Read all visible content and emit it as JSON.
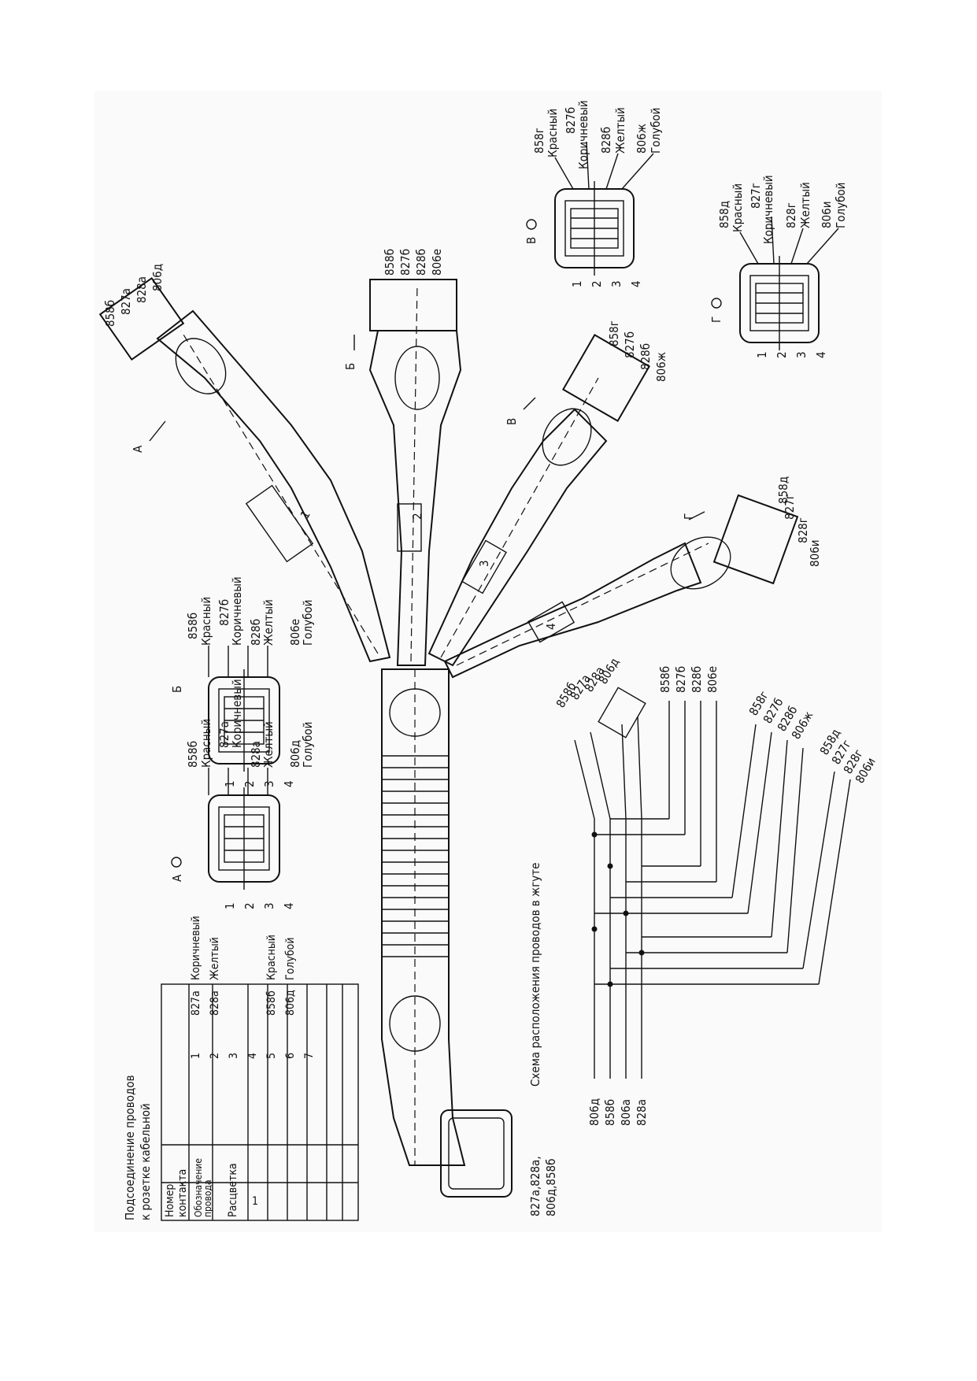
{
  "table": {
    "title_line1": "Подсоединение проводов",
    "title_line2": "к розетке кабельной",
    "headers": [
      "Номер контакта",
      "Обозначение провода",
      "Расцветка"
    ],
    "header_lines": [
      [
        "Номер",
        "контакта"
      ],
      [
        "Обозначение",
        "провода"
      ],
      [
        "Расцветка"
      ]
    ],
    "rows": [
      {
        "num": "1",
        "wire": "827а",
        "color": "Коричневый"
      },
      {
        "num": "2",
        "wire": "828а",
        "color": "Желтый"
      },
      {
        "num": "3",
        "wire": "",
        "color": ""
      },
      {
        "num": "4",
        "wire": "",
        "color": ""
      },
      {
        "num": "5",
        "wire": "858б",
        "color": "Красный"
      },
      {
        "num": "6",
        "wire": "806д",
        "color": "Голубой"
      },
      {
        "num": "7",
        "wire": "",
        "color": ""
      }
    ]
  },
  "views": {
    "A": {
      "letter": "А",
      "wires": [
        "858б",
        "827а",
        "828а",
        "806д"
      ],
      "colors": [
        "Красный",
        "Коричневый",
        "Желтый",
        "Голубой"
      ],
      "pins": [
        "1",
        "2",
        "3",
        "4"
      ]
    },
    "B": {
      "letter": "Б",
      "wires": [
        "858б",
        "827б",
        "828б",
        "806е"
      ],
      "colors": [
        "Красный",
        "Коричневый",
        "Желтый",
        "Голубой"
      ],
      "pins": [
        "1",
        "2",
        "3",
        "4"
      ]
    },
    "V": {
      "letter": "В",
      "wires": [
        "858г",
        "827б",
        "828б",
        "806ж"
      ],
      "colors": [
        "Красный",
        "Коричневый",
        "Желтый",
        "Голубой"
      ],
      "pins": [
        "1",
        "2",
        "3",
        "4"
      ]
    },
    "G": {
      "letter": "Г",
      "wires": [
        "858д",
        "827г",
        "828г",
        "806и"
      ],
      "colors": [
        "Красный",
        "Коричневый",
        "Желтый",
        "Голубой"
      ],
      "pins": [
        "1",
        "2",
        "3",
        "4"
      ]
    }
  },
  "harness": {
    "branch_a_wires": [
      "858б",
      "827а",
      "828а",
      "806д"
    ],
    "branch_b_wires": [
      "858б",
      "827б",
      "828б",
      "806е"
    ],
    "branch_v_wires": [
      "858г",
      "827б",
      "828б",
      "806ж"
    ],
    "branch_g_wires": [
      "858д",
      "827г",
      "828г",
      "806и"
    ],
    "branch_numbers": [
      "1",
      "2",
      "3",
      "4"
    ],
    "main_connector_line1": "827а,828а,",
    "main_connector_line2": "806д,858б"
  },
  "scheme": {
    "title": "Схема расположения проводов в жгуте",
    "bottom_wires": [
      "806д",
      "858б",
      "806а",
      "828а"
    ],
    "top_group1": [
      "858б",
      "827а",
      "828а",
      "806д"
    ],
    "top_group2": [
      "858б",
      "827б",
      "828б",
      "806е"
    ],
    "top_group3": [
      "858г",
      "827б",
      "828б",
      "806ж"
    ],
    "top_group4": [
      "858д",
      "827г",
      "828г",
      "806и"
    ]
  }
}
